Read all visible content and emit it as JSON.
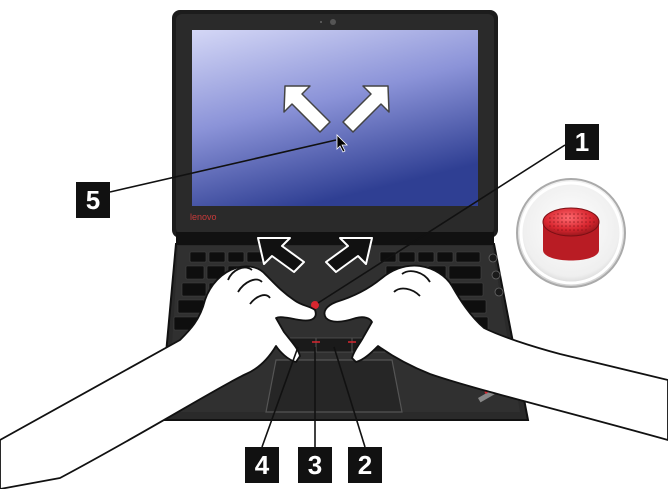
{
  "figure": {
    "brand": "lenovo",
    "callouts": {
      "c1": "1",
      "c2": "2",
      "c3": "3",
      "c4": "4",
      "c5": "5"
    },
    "colors": {
      "screen_top": "#c9cdf2",
      "screen_bottom": "#2f3f93",
      "bezel": "#1c1c1c",
      "keyboard_deck": "#2a2a2a",
      "trackpoint": "#d8262f",
      "skin": "#ffffff",
      "outline": "#111111"
    },
    "icons": [
      "pointer-arrow-icon",
      "trackpoint-cap-icon",
      "thinkpad-logo-icon"
    ]
  }
}
